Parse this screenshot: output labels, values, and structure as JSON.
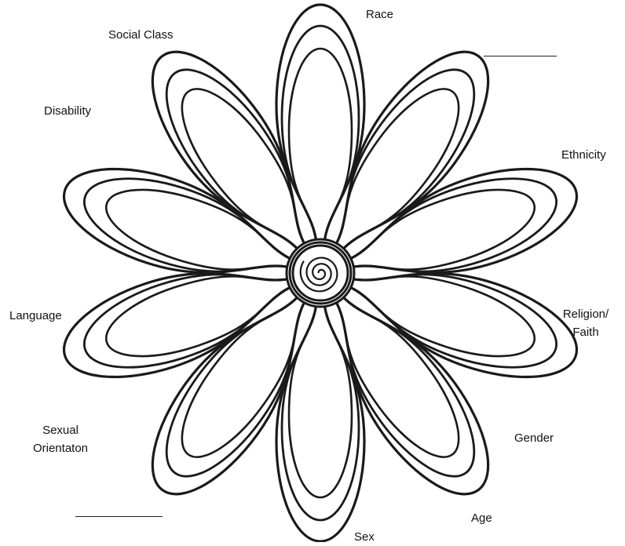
{
  "diagram": {
    "center": {
      "name": "center-spiral"
    },
    "petals": [
      {
        "name": "race",
        "label": "Race"
      },
      {
        "name": "ethnicity",
        "label": "Ethnicity"
      },
      {
        "name": "religion-faith",
        "label": "Religion/ Faith"
      },
      {
        "name": "gender",
        "label": "Gender"
      },
      {
        "name": "age",
        "label": "Age"
      },
      {
        "name": "sex",
        "label": "Sex"
      },
      {
        "name": "sexual-orientation",
        "label": "Sexual Orientaton"
      },
      {
        "name": "language",
        "label": "Language"
      },
      {
        "name": "disability",
        "label": "Disability"
      },
      {
        "name": "social-class",
        "label": "Social Class"
      }
    ],
    "labels": {
      "race": "Race",
      "social_class": "Social Class",
      "disability": "Disability",
      "ethnicity": "Ethnicity",
      "language": "Language",
      "religion_line1": "Religion/",
      "religion_line2": "Faith",
      "sexual_orientation_line1": "Sexual",
      "sexual_orientation_line2": "Orientaton",
      "gender": "Gender",
      "age": "Age",
      "sex": "Sex"
    },
    "blanks": [
      {
        "name": "blank-top-right"
      },
      {
        "name": "blank-bottom-left"
      }
    ]
  }
}
